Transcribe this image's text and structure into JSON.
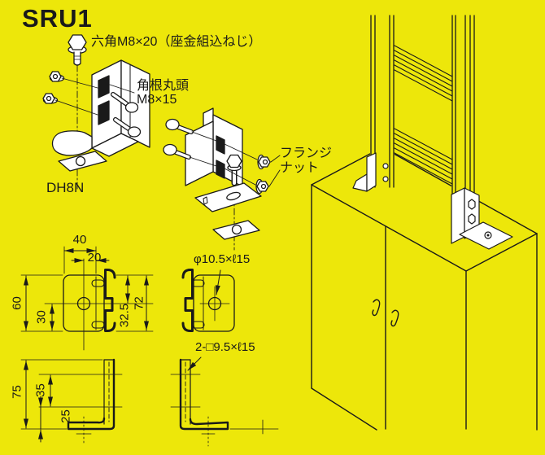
{
  "title": "SRU1",
  "colors": {
    "background": "#EDE70A",
    "line": "#1A1A1A",
    "part_fill": "#FFFFFF"
  },
  "exploded_view_1": {
    "hex_bolt_label": "六角M8×20（座金組込ねじ）",
    "carriage_bolt_label_line1": "角根丸頭",
    "carriage_bolt_label_line2": "M8×15",
    "base_plate_label": "DH8N"
  },
  "exploded_view_2": {
    "flange_nut_label_line1": "フランジ",
    "flange_nut_label_line2": "ナット"
  },
  "figures": {
    "plan_view_1": {
      "dim_40": "40",
      "dim_20": "20",
      "dim_60": "60",
      "dim_30": "30",
      "dim_32_5": "32.5",
      "dim_72": "72"
    },
    "plan_view_2": {
      "hole_label": "φ10.5×ℓ15"
    },
    "side_view_1": {
      "dim_75": "75",
      "dim_35": "35",
      "dim_25": "25"
    },
    "side_view_2": {
      "hole_label": "2-□9.5×ℓ15"
    }
  }
}
